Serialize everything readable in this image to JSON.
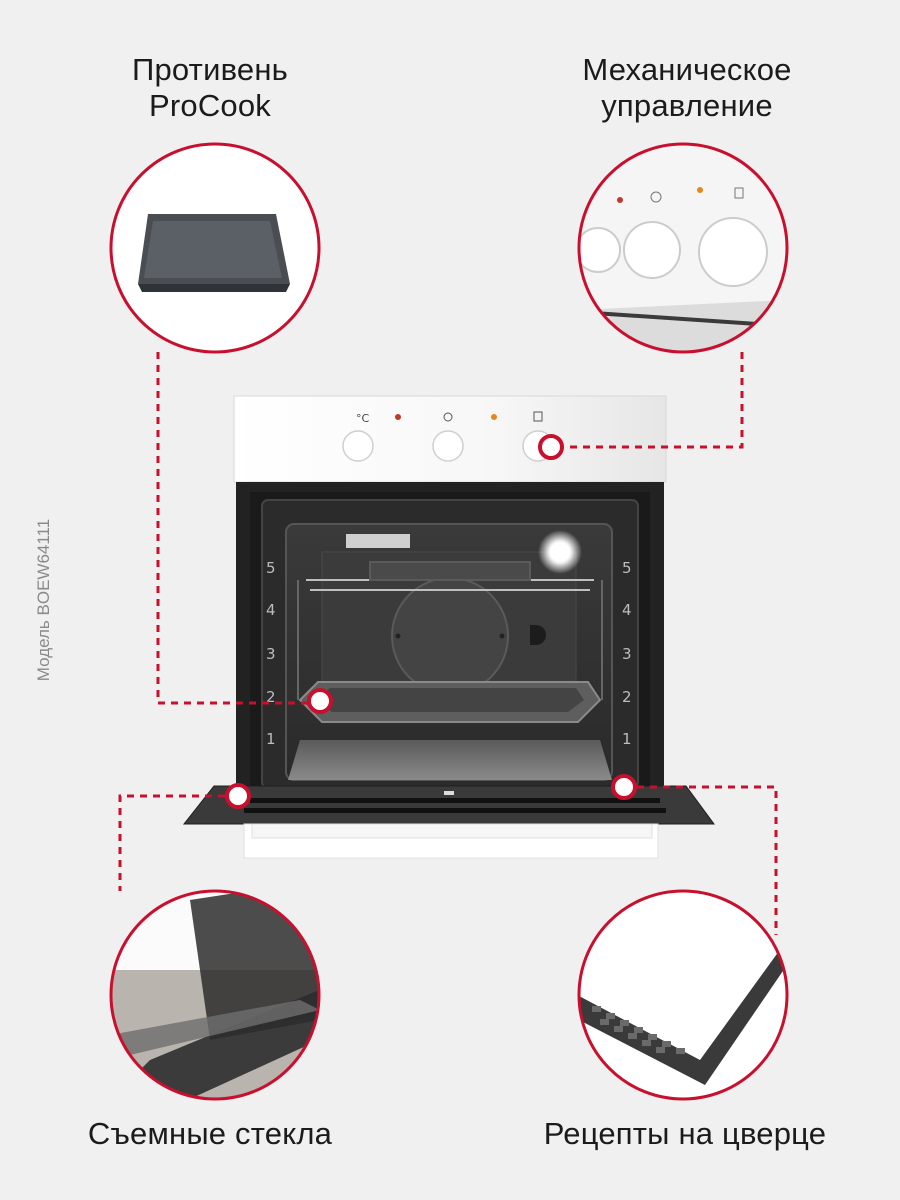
{
  "features": {
    "tray": {
      "line1": "Противень",
      "line2": "ProCook"
    },
    "controls": {
      "line1": "Механическое",
      "line2": "управление"
    },
    "glass": {
      "label": "Съемные стекла"
    },
    "recipes": {
      "label": "Рецепты на цверце"
    }
  },
  "model": {
    "label": "Модель BOEW64111"
  },
  "shelf_numbers": [
    "5",
    "4",
    "3",
    "2",
    "1"
  ],
  "colors": {
    "accent": "#c8102e",
    "caption": "#1b1b1b",
    "model": "#8a8a8a"
  }
}
